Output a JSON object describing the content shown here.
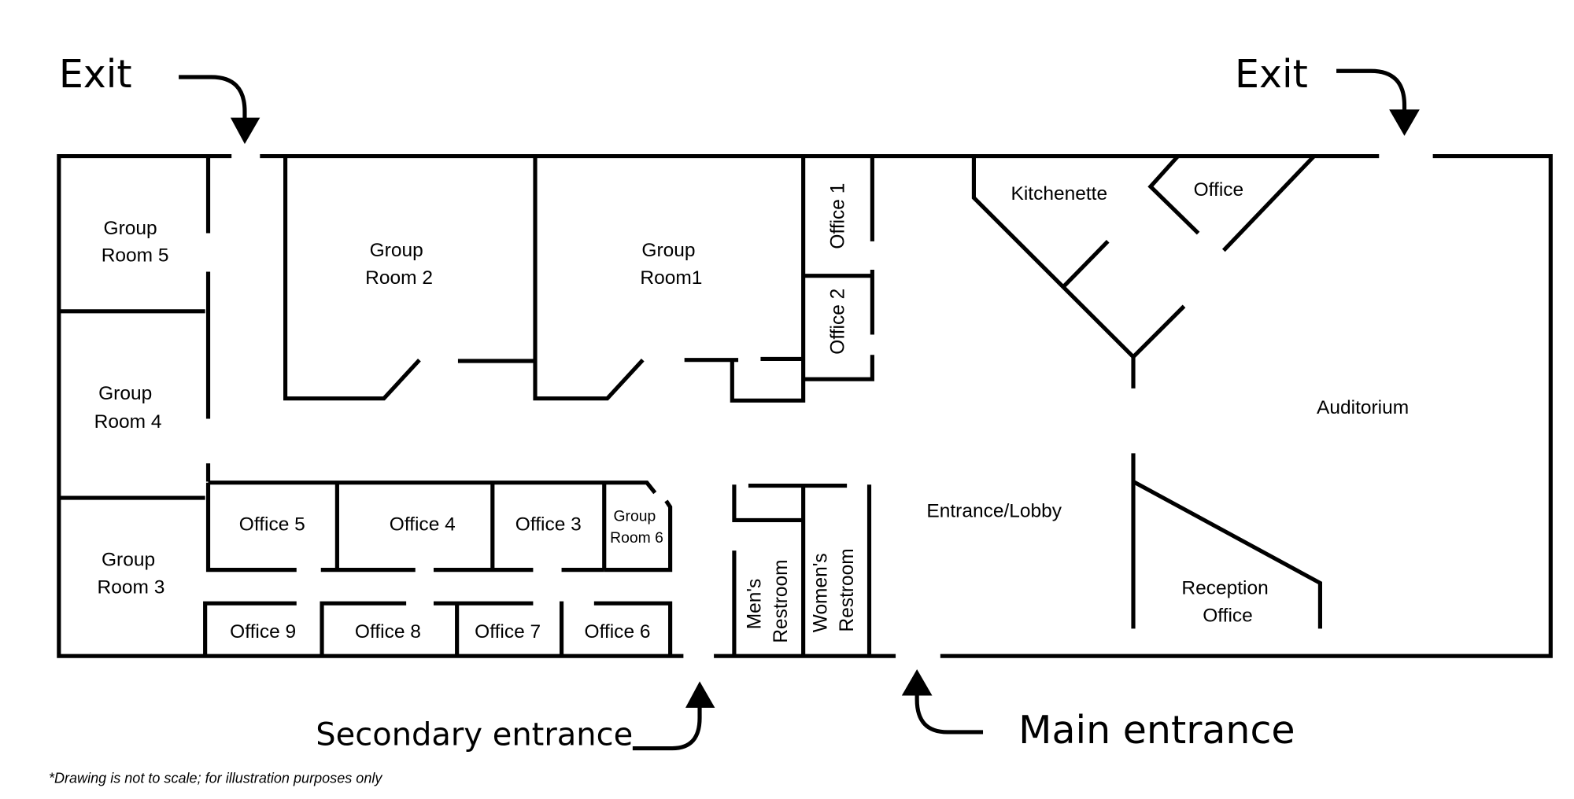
{
  "diagram": {
    "type": "floor-plan",
    "callouts": {
      "exit_left": "Exit",
      "exit_right": "Exit",
      "secondary_entrance": "Secondary entrance",
      "main_entrance": "Main entrance"
    },
    "rooms": {
      "group_room_5": [
        "Group",
        "Room 5"
      ],
      "group_room_4": [
        "Group",
        "Room 4"
      ],
      "group_room_3": [
        "Group",
        "Room 3"
      ],
      "group_room_2": [
        "Group",
        "Room 2"
      ],
      "group_room_1": [
        "Group",
        "Room1"
      ],
      "group_room_6": [
        "Group",
        "Room 6"
      ],
      "office_1": "Office 1",
      "office_2": "Office 2",
      "office_3": "Office 3",
      "office_4": "Office 4",
      "office_5": "Office 5",
      "office_6": "Office 6",
      "office_7": "Office 7",
      "office_8": "Office 8",
      "office_9": "Office 9",
      "mens_restroom": [
        "Men's",
        "Restroom"
      ],
      "womens_restroom": [
        "Women's",
        "Restroom"
      ],
      "kitchenette": "Kitchenette",
      "office_top": "Office",
      "auditorium": "Auditorium",
      "entrance_lobby": "Entrance/Lobby",
      "reception_office": [
        "Reception",
        "Office"
      ]
    },
    "footnote": "*Drawing is not to scale; for illustration purposes only"
  }
}
